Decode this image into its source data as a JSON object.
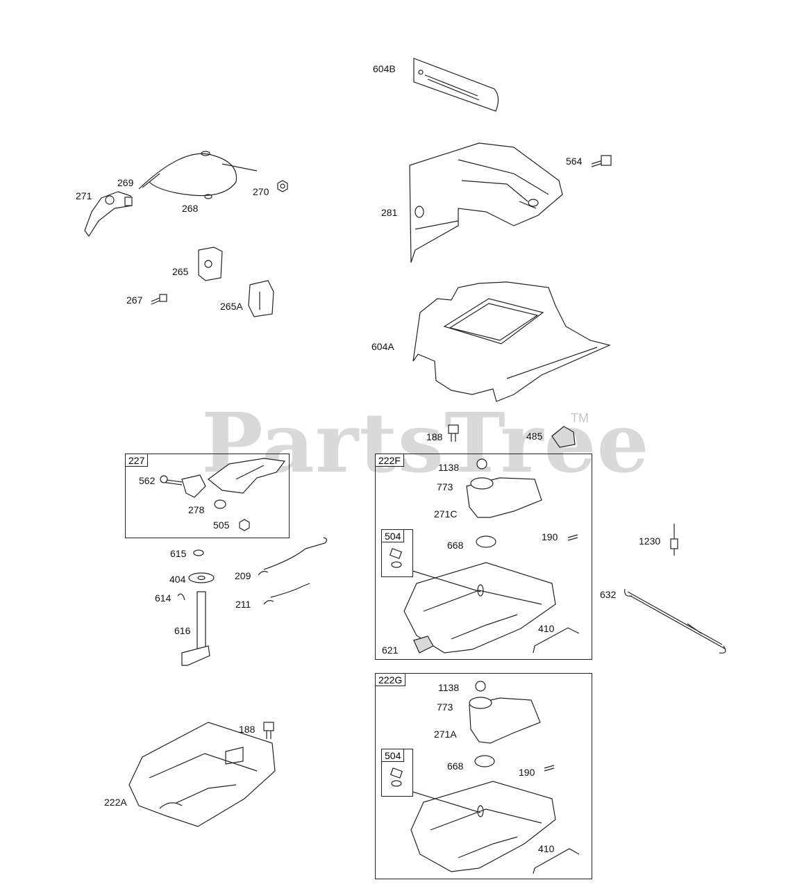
{
  "watermark": {
    "text": "PartsTree",
    "tm": "TM"
  },
  "groups": {
    "g227": "227",
    "g222F": "222F",
    "g222G": "222G",
    "g504a": "504",
    "g504b": "504"
  },
  "labels": {
    "l604B": "604B",
    "l564": "564",
    "l281": "281",
    "l604A": "604A",
    "l269": "269",
    "l271": "271",
    "l268": "268",
    "l270": "270",
    "l265": "265",
    "l267": "267",
    "l265A": "265A",
    "l188a": "188",
    "l485": "485",
    "l562": "562",
    "l278": "278",
    "l505": "505",
    "l1138a": "1138",
    "l773a": "773",
    "l271C": "271C",
    "l668a": "668",
    "l190a": "190",
    "l621": "621",
    "l410a": "410",
    "l1230": "1230",
    "l632": "632",
    "l615": "615",
    "l404": "404",
    "l614": "614",
    "l616": "616",
    "l209": "209",
    "l211": "211",
    "l188b": "188",
    "l222A": "222A",
    "l1138b": "1138",
    "l773b": "773",
    "l271A": "271A",
    "l668b": "668",
    "l190b": "190",
    "l410b": "410"
  }
}
